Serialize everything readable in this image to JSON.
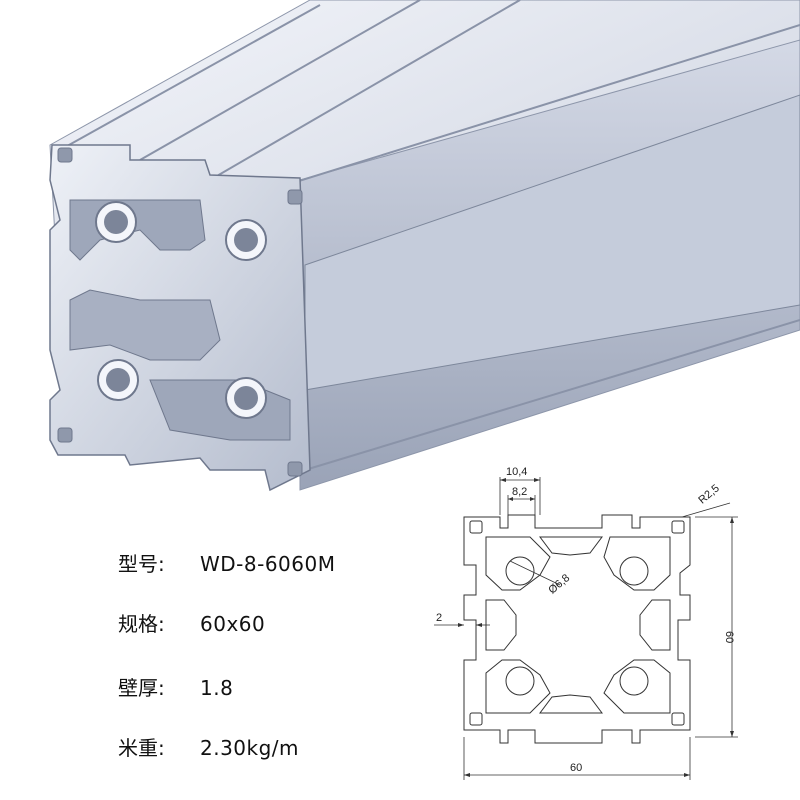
{
  "specs": [
    {
      "label": "型号:",
      "value": "WD-8-6060M"
    },
    {
      "label": "规格:",
      "value": "60x60"
    },
    {
      "label": "壁厚:",
      "value": "1.8"
    },
    {
      "label": "米重:",
      "value": "2.30kg/m"
    }
  ],
  "dimensions": {
    "slot_outer": "10,4",
    "slot_inner": "8,2",
    "corner_radius": "R2,5",
    "hole_diameter": "Ø6,8",
    "wall": "2",
    "height": "60",
    "width": "60"
  },
  "colors": {
    "metal_light": "#e7ebf3",
    "metal_mid": "#b9c1d2",
    "metal_dark": "#7f889c",
    "line": "#333333"
  }
}
